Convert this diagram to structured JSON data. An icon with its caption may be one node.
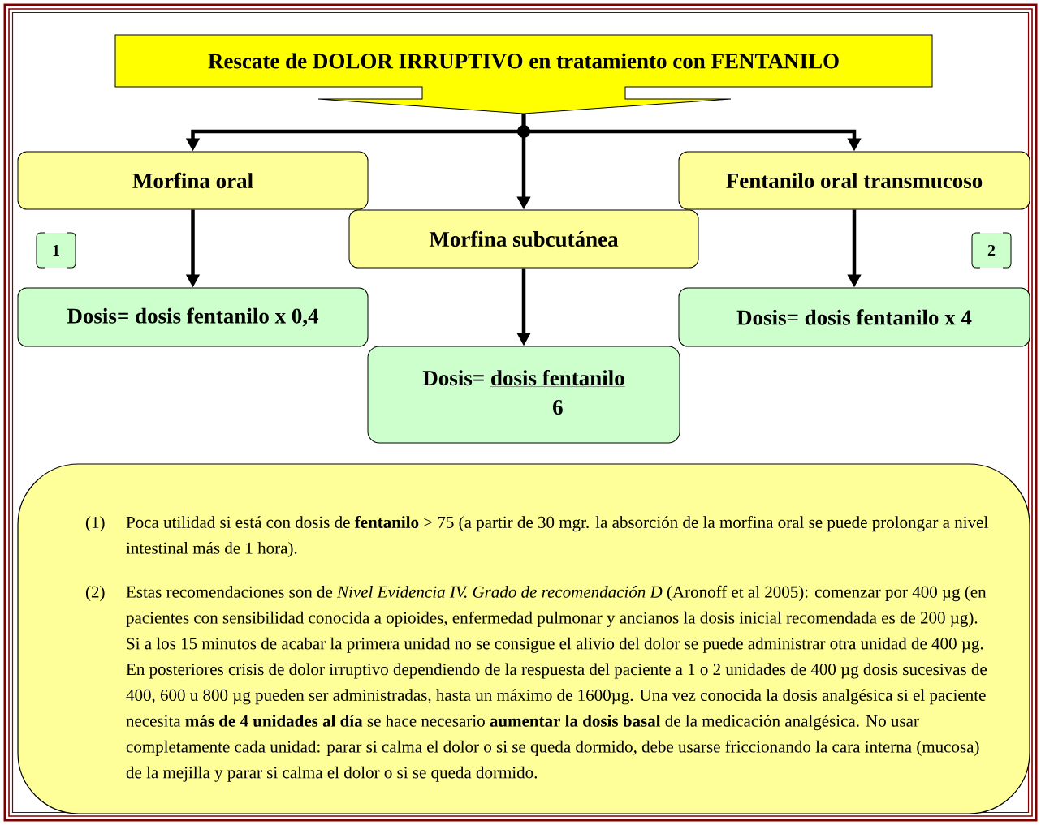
{
  "diagram": {
    "nodes": [
      {
        "text": [
          "Rescate de DOLOR IRRUPTIVO en tratamiento con FENTANILO"
        ]
      },
      {
        "text": [
          "Morfina oral"
        ]
      },
      {
        "text": [
          "Fentanilo oral transmucoso"
        ]
      },
      {
        "text": [
          "Morfina subcutánea"
        ]
      },
      {
        "text": [
          "1"
        ]
      },
      {
        "text": [
          "2"
        ]
      },
      {
        "text": [
          "Dosis= dosis fentanilo x 0,4"
        ]
      },
      {
        "text": [
          "Dosis= dosis fentanilo x 4"
        ]
      },
      {
        "text": [
          "Dosis=",
          "dosis fentanilo",
          "6"
        ]
      },
      {
        "text": [
          "(1)",
          "Poca utilidad si está con dosis de **fentanilo** > 75 (a partir de 30 mgr. la absorción de la morfina oral se puede prolongar a nivel intestinal más de 1 hora).",
          "(2)",
          "Estas recomendaciones son de *Nivel Evidencia IV. Grado de recomendación D* (Aronoff et al 2005): comenzar por 400 µg (en pacientes con sensibilidad conocida a opioides, enfermedad pulmonar y ancianos la dosis inicial recomendada es de 200 µg). Si a los 15 minutos de acabar la primera unidad no se consigue el alivio del dolor se puede administrar otra unidad de 400 µg. En posteriores crisis de dolor irruptivo dependiendo de la respuesta del paciente a 1 o 2 unidades de 400 µg dosis sucesivas de 400, 600 u 800 µg pueden ser administradas, hasta un máximo de 1600µg. Una vez conocida la dosis analgésica si el paciente necesita **más de 4 unidades al día** se hace necesario **aumentar la dosis basal** de la medicación analgésica. No usar completamente cada unidad: parar si calma el dolor o si se queda dormido, debe usarse friccionando la cara interna (mucosa) de la mejilla y parar si calma el dolor o si se queda dormido."
        ]
      }
    ],
    "edges": [
      {
        "from": 0,
        "to": 1,
        "arrow": "to"
      },
      {
        "from": 0,
        "to": 3,
        "arrow": "to"
      },
      {
        "from": 0,
        "to": 2,
        "arrow": "to"
      },
      {
        "from": 1,
        "to": 6,
        "arrow": "to"
      },
      {
        "from": 3,
        "to": 8,
        "arrow": "to"
      },
      {
        "from": 2,
        "to": 7,
        "arrow": "to"
      }
    ]
  }
}
